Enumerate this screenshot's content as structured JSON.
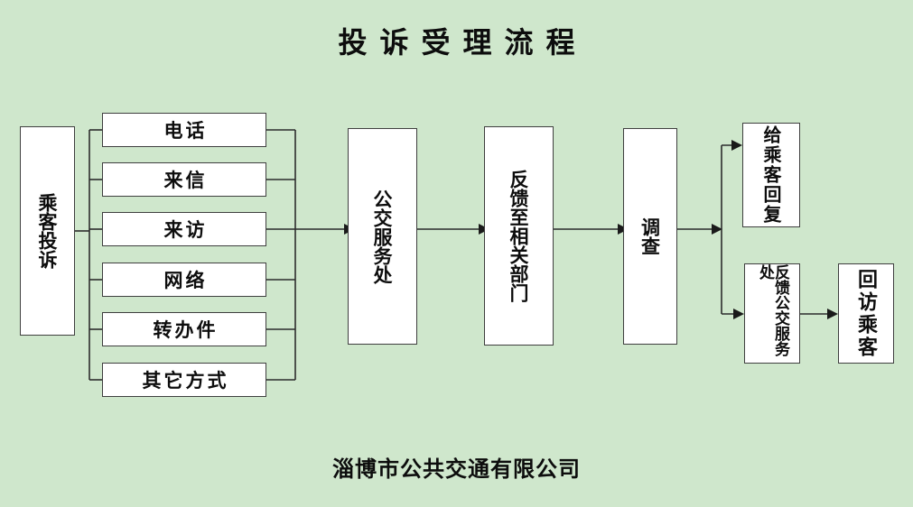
{
  "page": {
    "title": "投诉受理流程",
    "footer": "淄博市公共交通有限公司",
    "background_color": "#cfe7cc",
    "box_fill_color": "#ffffff",
    "border_color": "#3f3f3f",
    "text_color": "#0d0d0d"
  },
  "diagram": {
    "type": "flowchart",
    "orientation": "left-to-right",
    "nodes": {
      "source": {
        "label": "乘客投诉"
      },
      "channels": [
        {
          "label": "电话"
        },
        {
          "label": "来信"
        },
        {
          "label": "来访"
        },
        {
          "label": "网络"
        },
        {
          "label": "转办件"
        },
        {
          "label": "其它方式"
        }
      ],
      "service_office": {
        "label": "公交服务处"
      },
      "forward_department": {
        "label": "反馈至相关部门"
      },
      "investigate": {
        "label": "调查"
      },
      "reply_passenger": {
        "label": "给乘客回复"
      },
      "feedback_office": {
        "label": "反馈公交服务处"
      },
      "revisit_passenger": {
        "label": "回访乘客"
      }
    },
    "edges": [
      {
        "from": "乘客投诉",
        "to": "电话"
      },
      {
        "from": "乘客投诉",
        "to": "来信"
      },
      {
        "from": "乘客投诉",
        "to": "来访"
      },
      {
        "from": "乘客投诉",
        "to": "网络"
      },
      {
        "from": "乘客投诉",
        "to": "转办件"
      },
      {
        "from": "乘客投诉",
        "to": "其它方式"
      },
      {
        "from": "所有受理渠道",
        "to": "公交服务处"
      },
      {
        "from": "公交服务处",
        "to": "反馈至相关部门"
      },
      {
        "from": "反馈至相关部门",
        "to": "调查"
      },
      {
        "from": "调查",
        "to": "给乘客回复"
      },
      {
        "from": "调查",
        "to": "反馈公交服务处"
      },
      {
        "from": "反馈公交服务处",
        "to": "回访乘客"
      }
    ]
  }
}
